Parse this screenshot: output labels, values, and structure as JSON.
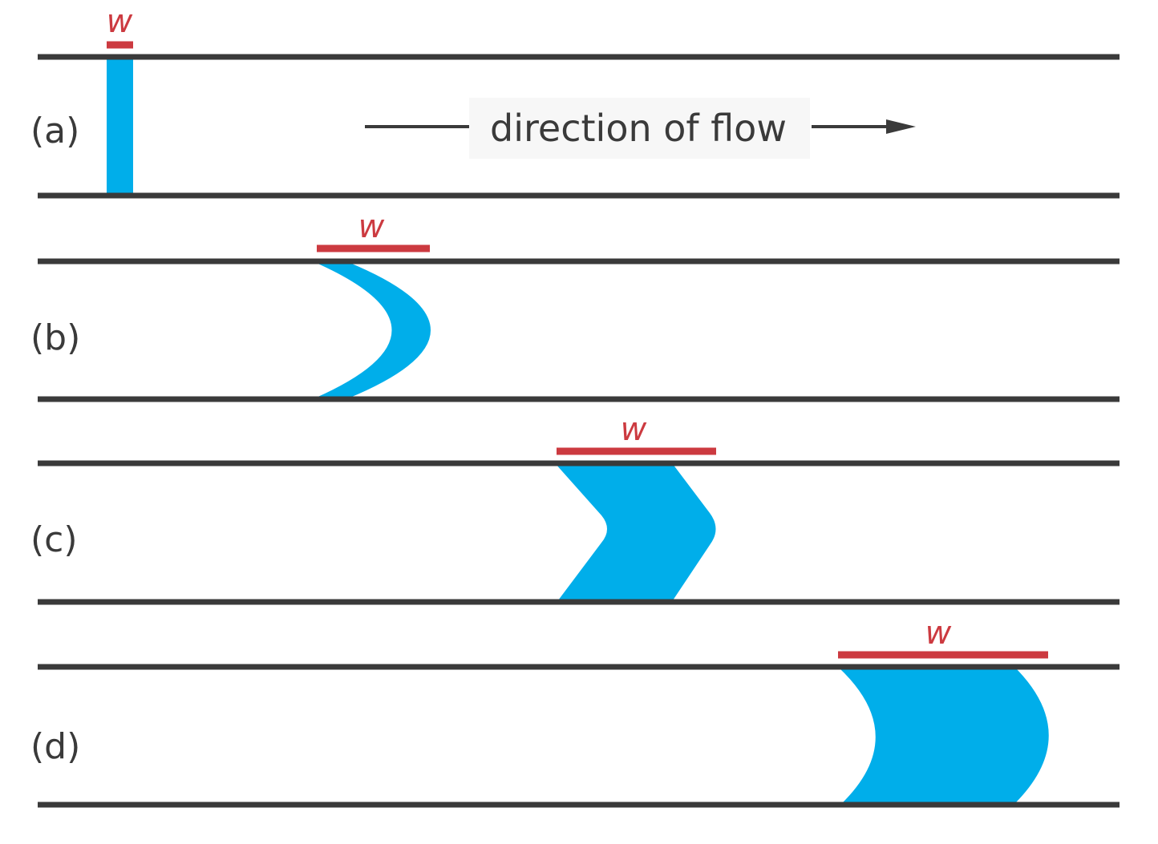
{
  "figure": {
    "flow_label": "direction of flow",
    "colors": {
      "wall": "#3a3a3a",
      "band": "#00aeea",
      "width_marker": "#cc3a40",
      "text": "#3a3a3a"
    },
    "panels": [
      {
        "id": "a",
        "label": "(a)",
        "width_label": "w",
        "profile": "vertical band (initial injection)"
      },
      {
        "id": "b",
        "label": "(b)",
        "width_label": "w",
        "profile": "parabolic band"
      },
      {
        "id": "c",
        "label": "(c)",
        "width_label": "w",
        "profile": "chevron-shaped band"
      },
      {
        "id": "d",
        "label": "(d)",
        "width_label": "w",
        "profile": "broad parabolic band"
      }
    ]
  }
}
